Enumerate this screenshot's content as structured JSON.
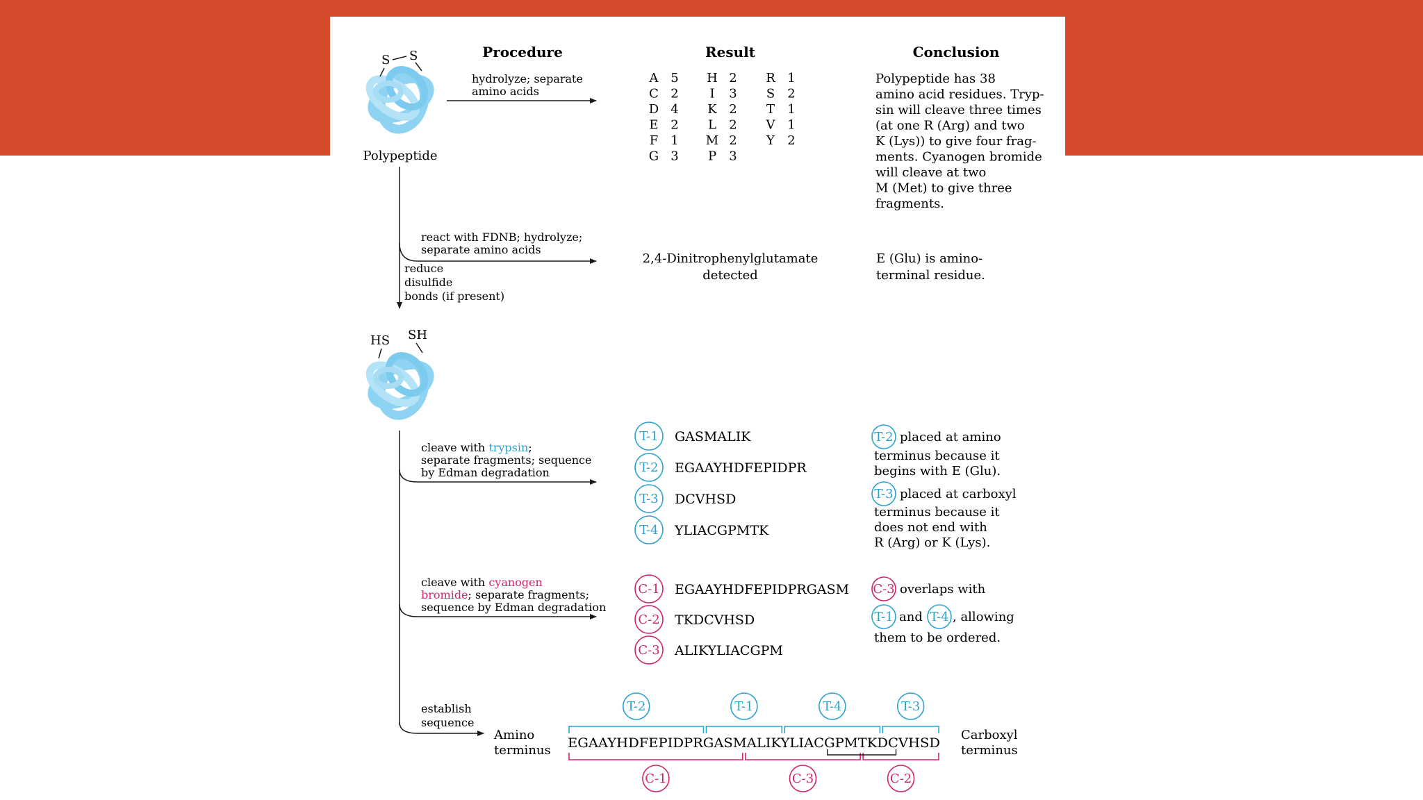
{
  "colors": {
    "banner": "#d44a2a",
    "trypsin": "#2aa2cf",
    "cyanogen": "#d0246e",
    "protein": "#8fd3f2"
  },
  "headers": {
    "procedure": "Procedure",
    "result": "Result",
    "conclusion": "Conclusion"
  },
  "protein_top": {
    "label": "Polypeptide",
    "ss_left": "S",
    "ss_right": "S"
  },
  "protein_bottom": {
    "hs": "HS",
    "sh": "SH"
  },
  "steps": {
    "hydrolyze": {
      "line1": "hydrolyze; separate",
      "line2": "amino acids"
    },
    "fdnb": {
      "line1": "react with FDNB; hydrolyze;",
      "line2": "separate amino acids"
    },
    "reduce": {
      "line1": "reduce",
      "line2": "disulfide",
      "line3": "bonds (if present)"
    },
    "trypsin": {
      "pre": "cleave with ",
      "word": "trypsin",
      "post": ";",
      "line2": "separate fragments; sequence",
      "line3": "by Edman degradation"
    },
    "cnbr": {
      "pre": "cleave with ",
      "word1": "cyanogen",
      "word2": "bromide",
      "post": "; separate fragments;",
      "line3": "sequence by Edman degradation"
    },
    "establish": {
      "line1": "establish",
      "line2": "sequence"
    }
  },
  "composition": [
    [
      "A 5",
      "H 2",
      "R 1"
    ],
    [
      "C 2",
      "I 3",
      "S 2"
    ],
    [
      "D 4",
      "K 2",
      "T 1"
    ],
    [
      "E 2",
      "L 2",
      "V 1"
    ],
    [
      "F 1",
      "M 2",
      "Y 2"
    ],
    [
      "G 3",
      "P 3",
      ""
    ]
  ],
  "conclusion1": [
    "Polypeptide has 38",
    "amino acid residues. Tryp-",
    "sin will cleave three times",
    "(at one R (Arg) and two",
    "K (Lys)) to give four frag-",
    "ments. Cyanogen bromide",
    "will cleave at two",
    "M (Met) to give three",
    "fragments."
  ],
  "result2": {
    "line1": "2,4-Dinitrophenylglutamate",
    "line2": "detected"
  },
  "conclusion2": {
    "line1": "E (Glu) is amino-",
    "line2": "terminal residue."
  },
  "trypsin_fragments": [
    {
      "badge": "T-1",
      "seq": "GASMALIK"
    },
    {
      "badge": "T-2",
      "seq": "EGAAYHDFEPIDPR"
    },
    {
      "badge": "T-3",
      "seq": "DCVHSD"
    },
    {
      "badge": "T-4",
      "seq": "YLIACGPMTK"
    }
  ],
  "trypsin_conclusion": {
    "b1": "T-2",
    "a_line1": "placed at amino",
    "a_line2": "terminus because it",
    "a_line3": "begins with E (Glu).",
    "b2": "T-3",
    "b_line1": "placed at carboxyl",
    "b_line2": "terminus because it",
    "b_line3": "does not end with",
    "b_line4": "R (Arg) or K (Lys)."
  },
  "cnbr_fragments": [
    {
      "badge": "C-1",
      "seq": "EGAAYHDFEPIDPRGASM"
    },
    {
      "badge": "C-2",
      "seq": "TKDCVHSD"
    },
    {
      "badge": "C-3",
      "seq": "ALIKYLIACGPM"
    }
  ],
  "cnbr_conclusion": {
    "b1": "C-3",
    "line1": "overlaps with",
    "b2": "T-1",
    "and": "and",
    "b3": "T-4",
    "allowing": ", allowing",
    "line3": "them to be ordered."
  },
  "final": {
    "amino_line1": "Amino",
    "amino_line2": "terminus",
    "carboxyl_line1": "Carboxyl",
    "carboxyl_line2": "terminus",
    "sequence": "EGAAYHDFEPIDPRGASMALIKYLIACGPMTKDCVHSD",
    "top_badges": [
      "T-2",
      "T-1",
      "T-4",
      "T-3"
    ],
    "bottom_badges": [
      "C-1",
      "C-3",
      "C-2"
    ]
  }
}
